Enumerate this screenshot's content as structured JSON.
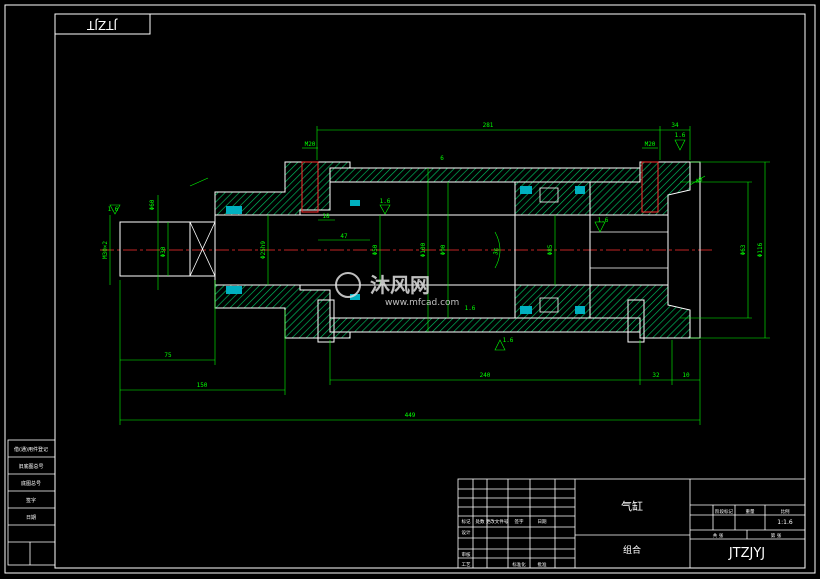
{
  "drawing": {
    "code_top": "JTZJT",
    "code_bottom": "JTZJYJ",
    "part_name": "气缸",
    "part_type": "组合",
    "scale": "1:1.6"
  },
  "title_block": {
    "row_labels": [
      "设计",
      "审核",
      "工艺",
      "标准化",
      "批准"
    ],
    "col_labels": [
      "标记",
      "处数",
      "更改文件号",
      "签字",
      "日期"
    ],
    "stage_label": "阶段标记",
    "weight_label": "重量",
    "scale_label": "比例",
    "sheets_label": "共 张",
    "sheet_label": "第 张"
  },
  "left_strip": {
    "items": [
      "借(通)用件登记",
      "旧底图总号",
      "底图总号",
      "签字",
      "日期"
    ]
  },
  "dimensions": {
    "d281": "281",
    "d34": "34",
    "d16a": "1.6",
    "dM20a": "M20",
    "dM20b": "M20",
    "d6": "6",
    "d16b": "1.6",
    "d47": "47",
    "d18": "18",
    "d60": "Φ60",
    "d30": "Φ30",
    "dM30x2": "M30×2",
    "d50": "Φ50",
    "d25h9": "Φ25h9",
    "d100": "Φ100",
    "d90": "Φ90",
    "d85": "Φ85",
    "d16c": "1.6",
    "d16d": "1.6",
    "d63": "Φ63",
    "d116": "Φ116",
    "d40": "40",
    "d75": "75",
    "d150": "150",
    "d240": "240",
    "d32": "32",
    "d10": "10",
    "d449": "449",
    "d36": "36",
    "d16e": "1.6"
  },
  "watermark": {
    "brand": "沐风网",
    "url": "www.mfcad.com"
  }
}
